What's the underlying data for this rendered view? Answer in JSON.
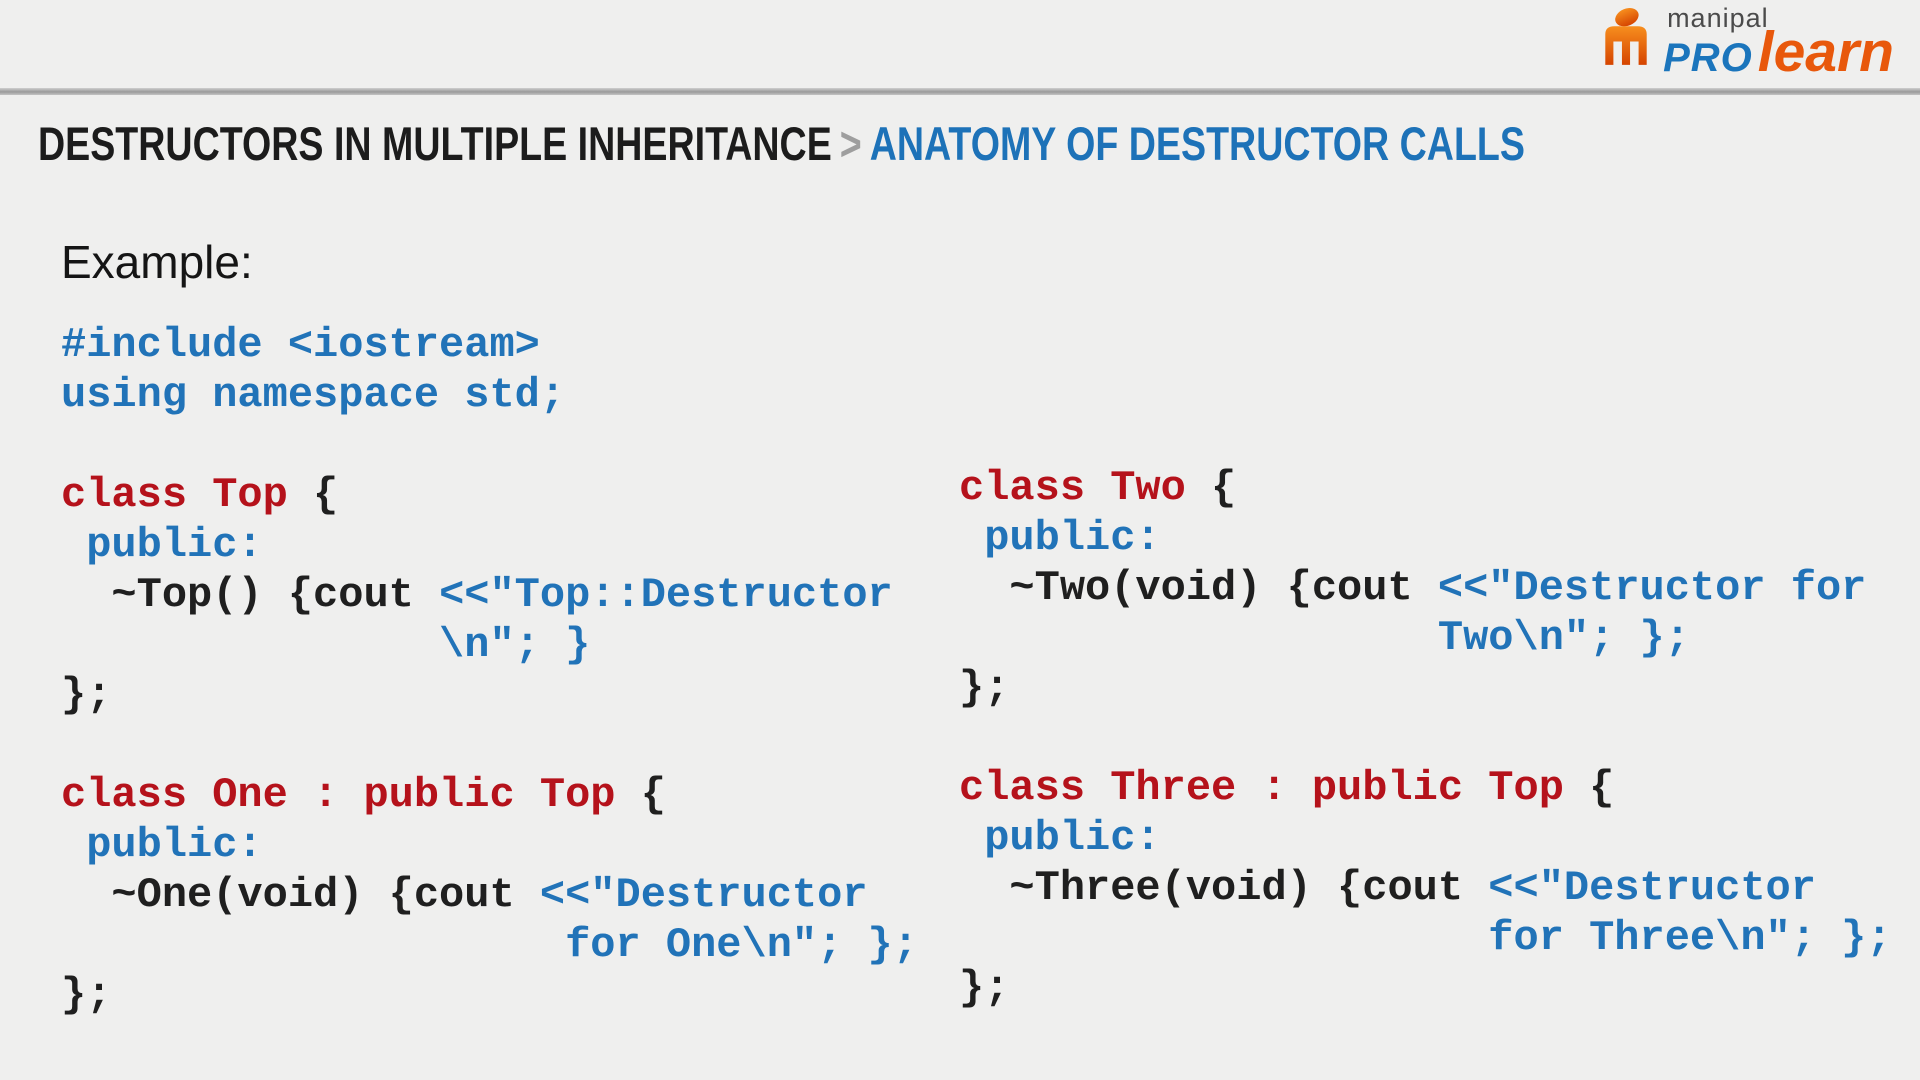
{
  "brand": {
    "manipal": "manipal",
    "pro": "PRO",
    "learn": "learn",
    "colors": {
      "pro_blue": "#1b75bc",
      "learn_orange": "#e8580c",
      "icon_orange_light": "#f78e1e",
      "icon_orange_dark": "#d54400",
      "manipal_gray": "#4b4b4b"
    }
  },
  "breadcrumb": {
    "section": "DESTRUCTORS IN MULTIPLE INHERITANCE",
    "separator": ">",
    "page": "ANATOMY OF DESTRUCTOR CALLS",
    "page_color": "#1d72b8"
  },
  "example_label": "Example:",
  "code": {
    "colors": {
      "blue": "#2173b8",
      "red": "#b5121b",
      "plain": "#1f1f1f"
    },
    "left_column": {
      "lines": [
        [
          {
            "text": "#include <iostream>",
            "color": "blue"
          }
        ],
        [
          {
            "text": "using namespace std;",
            "color": "blue"
          }
        ],
        [],
        [
          {
            "text": "class Top ",
            "color": "red"
          },
          {
            "text": "{",
            "color": "plain"
          }
        ],
        [
          {
            "text": " public:",
            "color": "blue"
          }
        ],
        [
          {
            "text": "  ~Top() {cout ",
            "color": "plain"
          },
          {
            "text": "<<\"Top::Destructor",
            "color": "blue"
          }
        ],
        [
          {
            "text": "               \\n\"; }",
            "color": "blue"
          }
        ],
        [
          {
            "text": "};",
            "color": "plain"
          }
        ],
        [],
        [
          {
            "text": "class One : public Top ",
            "color": "red"
          },
          {
            "text": "{",
            "color": "plain"
          }
        ],
        [
          {
            "text": " public:",
            "color": "blue"
          }
        ],
        [
          {
            "text": "  ~One(void) {cout ",
            "color": "plain"
          },
          {
            "text": "<<\"Destructor",
            "color": "blue"
          }
        ],
        [
          {
            "text": "                    for One\\n\"; };",
            "color": "blue"
          }
        ],
        [
          {
            "text": "};",
            "color": "plain"
          }
        ]
      ]
    },
    "right_column": {
      "lines": [
        [
          {
            "text": "class Two ",
            "color": "red"
          },
          {
            "text": "{",
            "color": "plain"
          }
        ],
        [
          {
            "text": " public:",
            "color": "blue"
          }
        ],
        [
          {
            "text": "  ~Two(void) {cout ",
            "color": "plain"
          },
          {
            "text": "<<\"Destructor for",
            "color": "blue"
          }
        ],
        [
          {
            "text": "                   Two\\n\"; };",
            "color": "blue"
          }
        ],
        [
          {
            "text": "};",
            "color": "plain"
          }
        ],
        [],
        [
          {
            "text": "class Three : public Top ",
            "color": "red"
          },
          {
            "text": "{",
            "color": "plain"
          }
        ],
        [
          {
            "text": " public:",
            "color": "blue"
          }
        ],
        [
          {
            "text": "  ~Three(void) {cout ",
            "color": "plain"
          },
          {
            "text": "<<\"Destructor",
            "color": "blue"
          }
        ],
        [
          {
            "text": "                     for Three\\n\"; };",
            "color": "blue"
          }
        ],
        [
          {
            "text": "};",
            "color": "plain"
          }
        ]
      ]
    }
  }
}
